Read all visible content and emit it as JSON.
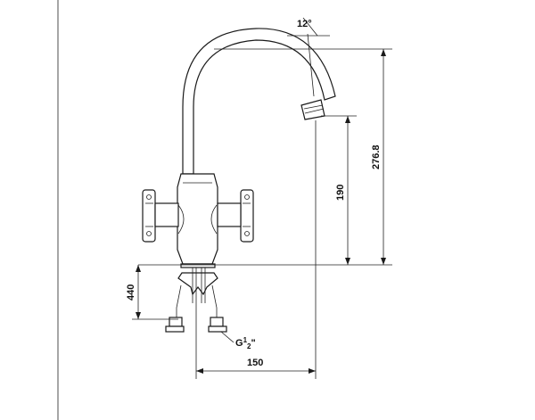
{
  "dimensions": {
    "spout_angle": "12°",
    "total_height": "276.8",
    "spout_height": "190",
    "tail_length": "440",
    "spout_reach": "150",
    "thread_main": "G",
    "thread_sup": "1",
    "thread_sub": "2",
    "thread_mark": "\""
  }
}
